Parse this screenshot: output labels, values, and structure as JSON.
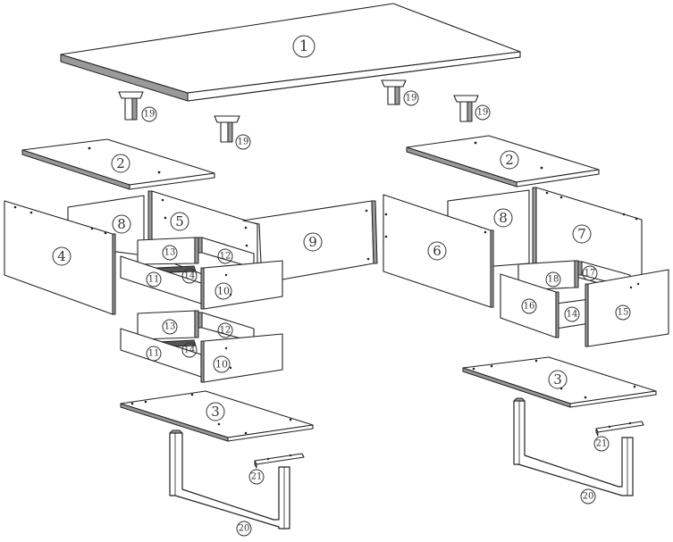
{
  "parts": {
    "p1": "1",
    "p2": "2",
    "p3": "3",
    "p4": "4",
    "p5": "5",
    "p6": "6",
    "p7": "7",
    "p8": "8",
    "p9": "9",
    "p10": "10",
    "p11": "11",
    "p12": "12",
    "p13": "13",
    "p14": "14",
    "p15": "15",
    "p16": "16",
    "p17": "17",
    "p18": "18",
    "p19": "19",
    "p20": "20",
    "p21": "21"
  }
}
